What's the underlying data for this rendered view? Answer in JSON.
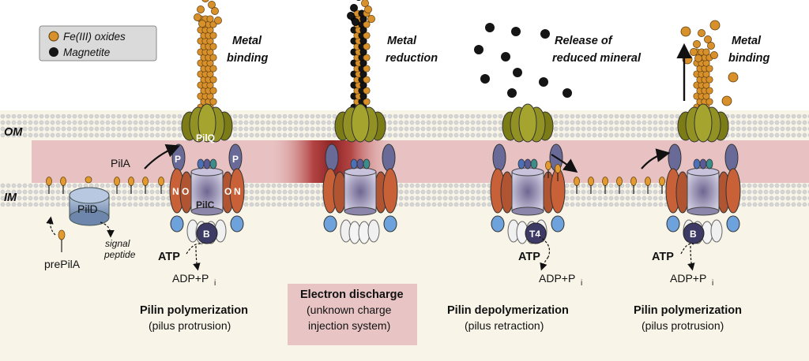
{
  "legend": {
    "items": [
      {
        "label": "Fe(III) oxides",
        "color": "#d8902a"
      },
      {
        "label": "Magnetite",
        "color": "#151515"
      }
    ]
  },
  "membranes": {
    "om": "OM",
    "im": "IM"
  },
  "labels": {
    "pila": "PilA",
    "pild": "PilD",
    "pilq": "PilQ",
    "pilc": "PilC",
    "p": "P",
    "n": "N",
    "o": "O",
    "b": "B",
    "t4": "T4",
    "signal_l1": "signal",
    "signal_l2": "peptide",
    "prepila": "prePilA",
    "atp": "ATP",
    "adp": "ADP+P",
    "adp_sub": "i"
  },
  "stages": [
    {
      "top_l1": "Metal",
      "top_l2": "binding",
      "title": "Pilin polymerization",
      "sub": "(pilus protrusion)"
    },
    {
      "top_l1": "Metal",
      "top_l2": "reduction",
      "title": "Electron discharge",
      "sub_l1": "(unknown charge",
      "sub_l2": "injection system)"
    },
    {
      "top_l1": "Release of",
      "top_l2": "reduced mineral",
      "title": "Pilin depolymerization",
      "sub": "(pilus retraction)"
    },
    {
      "top_l1": "Metal",
      "top_l2": "binding",
      "title": "Pilin polymerization",
      "sub": "(pilus protrusion)"
    }
  ],
  "colors": {
    "fe": "#d8902a",
    "magnetite": "#151515",
    "pilq": "#8a8a1e",
    "periplasm": "#e8c2c2",
    "cytoplasm": "#f8f5e8",
    "discharge_box": "#e8c4c4"
  }
}
